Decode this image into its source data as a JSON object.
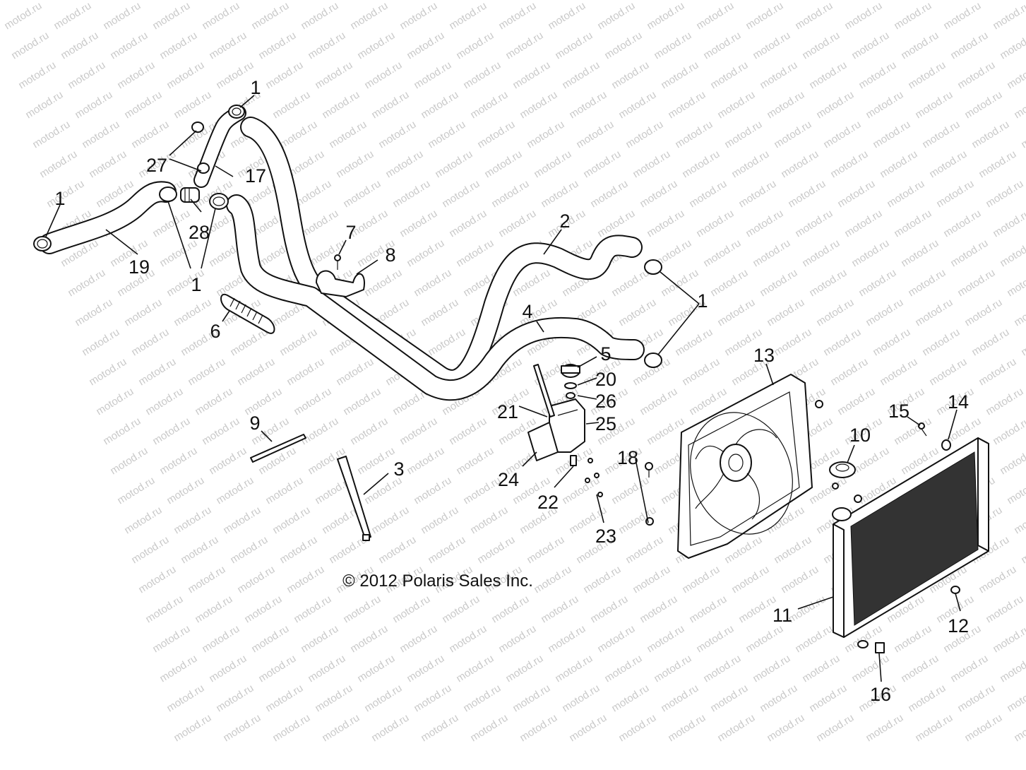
{
  "watermark": "motod.ru",
  "copyright": "© 2012 Polaris Sales Inc.",
  "callouts": [
    {
      "id": "c1a",
      "text": "1"
    },
    {
      "id": "c1b",
      "text": "1"
    },
    {
      "id": "c1c",
      "text": "1"
    },
    {
      "id": "c1d",
      "text": "1"
    },
    {
      "id": "c2",
      "text": "2"
    },
    {
      "id": "c3",
      "text": "3"
    },
    {
      "id": "c4",
      "text": "4"
    },
    {
      "id": "c5",
      "text": "5"
    },
    {
      "id": "c6",
      "text": "6"
    },
    {
      "id": "c7",
      "text": "7"
    },
    {
      "id": "c8",
      "text": "8"
    },
    {
      "id": "c9",
      "text": "9"
    },
    {
      "id": "c10",
      "text": "10"
    },
    {
      "id": "c11",
      "text": "11"
    },
    {
      "id": "c12",
      "text": "12"
    },
    {
      "id": "c13",
      "text": "13"
    },
    {
      "id": "c14",
      "text": "14"
    },
    {
      "id": "c15",
      "text": "15"
    },
    {
      "id": "c16",
      "text": "16"
    },
    {
      "id": "c17",
      "text": "17"
    },
    {
      "id": "c18",
      "text": "18"
    },
    {
      "id": "c19",
      "text": "19"
    },
    {
      "id": "c20",
      "text": "20"
    },
    {
      "id": "c21",
      "text": "21"
    },
    {
      "id": "c22",
      "text": "22"
    },
    {
      "id": "c23",
      "text": "23"
    },
    {
      "id": "c24",
      "text": "24"
    },
    {
      "id": "c25",
      "text": "25"
    },
    {
      "id": "c26",
      "text": "26"
    },
    {
      "id": "c27",
      "text": "27"
    },
    {
      "id": "c28",
      "text": "28"
    }
  ]
}
